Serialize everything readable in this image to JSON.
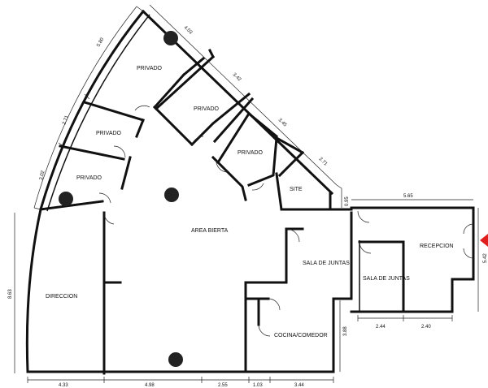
{
  "rooms": {
    "privado_1": "PRIVADO",
    "privado_2": "PRIVADO",
    "privado_3": "PRIVADO",
    "privado_4": "PRIVADO",
    "privado_5": "PRIVADO",
    "site": "SITE",
    "area_abierta": "AREA BIERTA",
    "direccion": "DIRECCION",
    "sala_juntas_1": "SALA DE JUNTAS",
    "sala_juntas_2": "SALA DE JUNTAS",
    "recepcion": "RECEPCION",
    "cocina": "COCINA/COMEDOR"
  },
  "dimensions": {
    "arc_top": "5.80",
    "arc_mid": "2.71",
    "arc_low": "3.02",
    "top_1": "4.03",
    "top_2": "3.42",
    "top_3": "3.45",
    "top_4": "2.71",
    "site_right": "0.95",
    "recepcion_width": "5.65",
    "recepcion_height": "5.42",
    "left_height": "8.63",
    "bottom_1": "4.33",
    "bottom_2": "4.98",
    "bottom_3": "2.55",
    "bottom_4": "1.03",
    "bottom_5": "3.44",
    "cocina_height": "3.88",
    "right_bottom_1": "2.44",
    "right_bottom_2": "2.40"
  },
  "colors": {
    "wall": "#111111",
    "entrance_marker": "#e01e1e"
  },
  "icons": {
    "entrance": "triangle-marker",
    "column": "filled-circle"
  }
}
